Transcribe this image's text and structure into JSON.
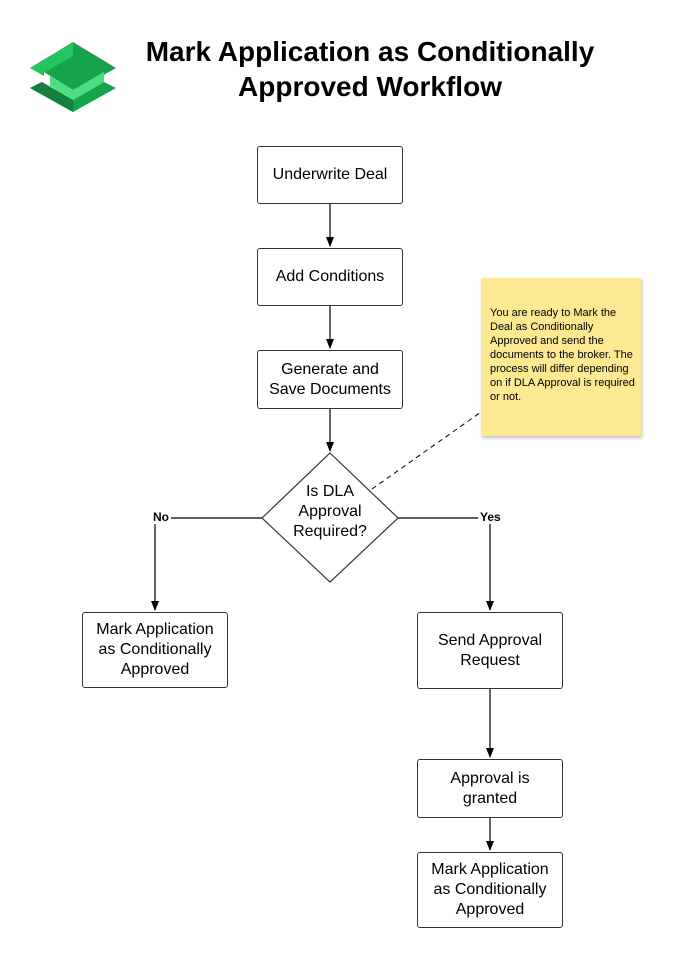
{
  "title": {
    "line1": "Mark Application as Conditionally",
    "line2": "Approved Workflow"
  },
  "colors": {
    "logo_dark": "#16a34a",
    "logo_light": "#4ade80",
    "note_fill": "#fde992",
    "stroke": "#333333"
  },
  "nodes": {
    "underwrite": {
      "label": "Underwrite Deal"
    },
    "add_conditions": {
      "label": "Add Conditions"
    },
    "generate_docs": {
      "line1": "Generate and",
      "line2": "Save Documents"
    },
    "decision": {
      "line1": "Is DLA",
      "line2": "Approval",
      "line3": "Required?"
    },
    "mark_no": {
      "line1": "Mark Application",
      "line2": "as Conditionally",
      "line3": "Approved"
    },
    "send_request": {
      "line1": "Send Approval",
      "line2": "Request"
    },
    "approval_granted": {
      "line1": "Approval is",
      "line2": "granted"
    },
    "mark_yes": {
      "line1": "Mark Application",
      "line2": "as Conditionally",
      "line3": "Approved"
    }
  },
  "edge_labels": {
    "no": "No",
    "yes": "Yes"
  },
  "note": {
    "text": "You are ready to Mark the Deal as Conditionally Approved and send the documents to the broker. The process will differ depending on if DLA Approval is required or not."
  }
}
